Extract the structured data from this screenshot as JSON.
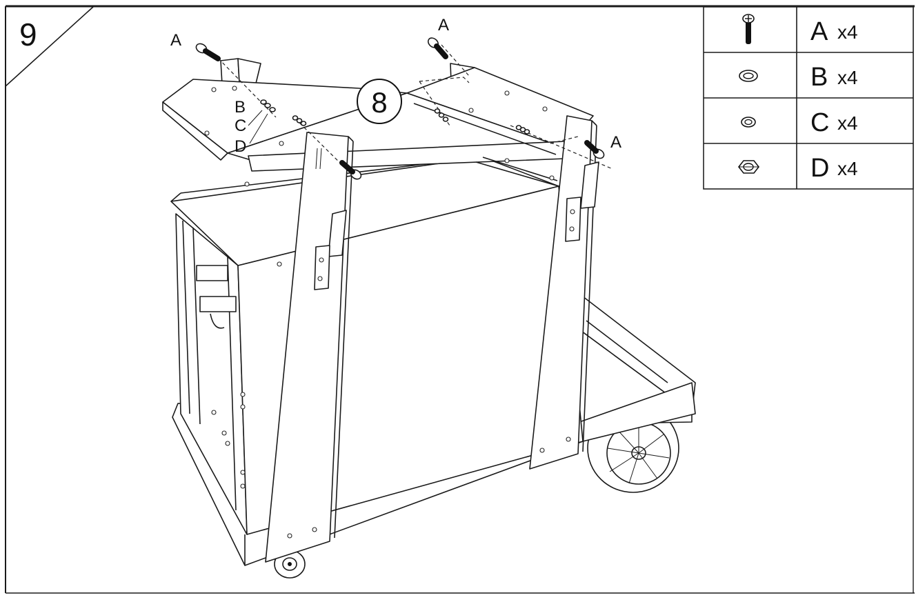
{
  "step_number": "9",
  "callout_part": "8",
  "callout_labels": {
    "a": "A",
    "b": "B",
    "c": "C",
    "d": "D"
  },
  "parts_table": [
    {
      "icon": "screw-icon",
      "letter": "A",
      "qty": "x4"
    },
    {
      "icon": "washer-icon",
      "letter": "B",
      "qty": "x4"
    },
    {
      "icon": "lock-washer-icon",
      "letter": "C",
      "qty": "x4"
    },
    {
      "icon": "hex-nut-icon",
      "letter": "D",
      "qty": "x4"
    }
  ]
}
